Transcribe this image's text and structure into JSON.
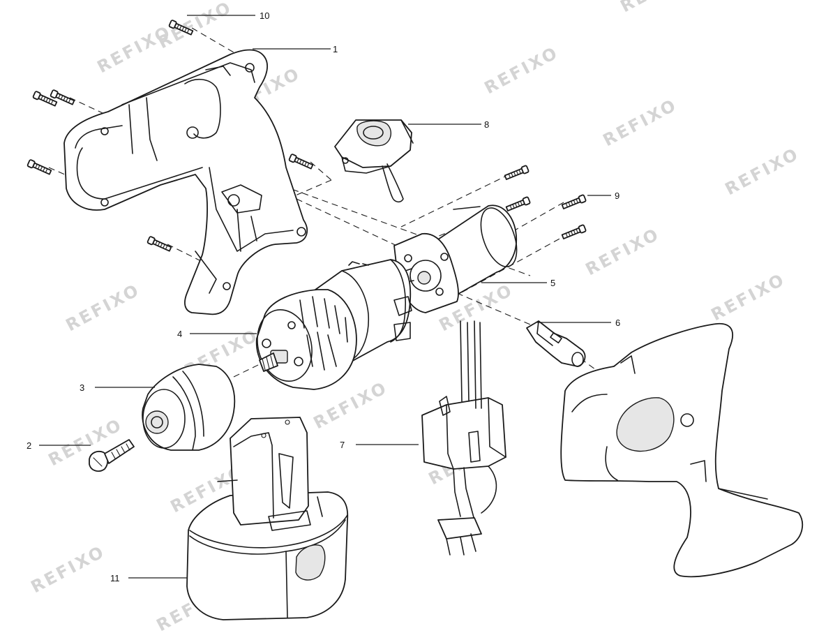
{
  "watermark": "REFIXO",
  "callouts": {
    "c1": "1",
    "c2": "2",
    "c3": "3",
    "c4": "4",
    "c5": "5",
    "c6": "6",
    "c7": "7",
    "c8": "8",
    "c9": "9",
    "c10": "10",
    "c11": "11"
  },
  "colors": {
    "line": "#1a1a1a",
    "watermark": "#d4d4d4",
    "background": "#ffffff"
  }
}
